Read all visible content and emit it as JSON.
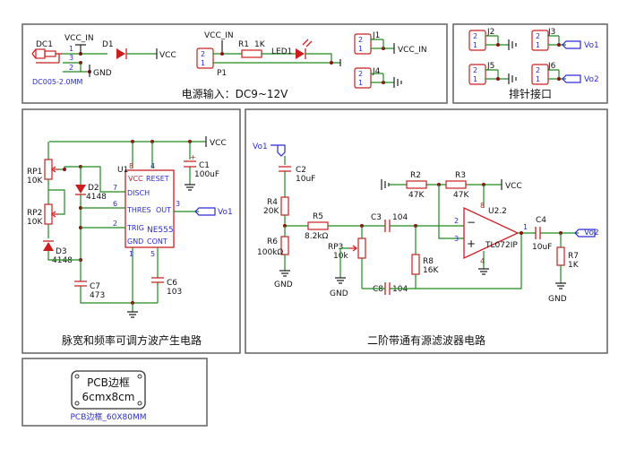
{
  "panels": {
    "power": {
      "title": "电源输入：DC9~12V"
    },
    "header": {
      "title": "排针接口"
    },
    "square_wave": {
      "title": "脉宽和频率可调方波产生电路"
    },
    "filter": {
      "title": "二阶带通有源滤波器电路"
    },
    "pcb": {
      "title": "PCB边框",
      "size": "6cmx8cm",
      "footprint": "PCB边框_60X80MM"
    }
  },
  "power_components": {
    "vcc_in_1": "VCC_IN",
    "vcc_in_2": "VCC_IN",
    "vcc_in_3": "VCC_IN",
    "vcc_1": "VCC",
    "gnd_1": "GND",
    "dc1": {
      "ref": "DC1",
      "value": "DC005-2.0MM",
      "pins": [
        "1",
        "3",
        "2"
      ]
    },
    "d1": "D1",
    "r1": {
      "ref": "R1",
      "value": "1K"
    },
    "led1": "LED1",
    "p1": {
      "ref": "P1",
      "pins": [
        "2",
        "1"
      ]
    },
    "j1": {
      "ref": "J1",
      "pins": [
        "2",
        "1"
      ]
    },
    "j4": {
      "ref": "J4",
      "pins": [
        "2",
        "1"
      ]
    }
  },
  "header_components": {
    "j2": {
      "ref": "J2",
      "pins": [
        "2",
        "1"
      ]
    },
    "j3": {
      "ref": "J3",
      "pins": [
        "2",
        "1"
      ]
    },
    "j5": {
      "ref": "J5",
      "pins": [
        "2",
        "1"
      ]
    },
    "j6": {
      "ref": "J6",
      "pins": [
        "2",
        "1"
      ]
    },
    "vo1": "Vo1",
    "vo2": "Vo2"
  },
  "square_components": {
    "vcc": "VCC",
    "rp1": {
      "ref": "RP1",
      "value": "10K"
    },
    "rp2": {
      "ref": "RP2",
      "value": "10K"
    },
    "d2": {
      "ref": "D2",
      "value": "4148"
    },
    "d3": {
      "ref": "D3",
      "value": "4148"
    },
    "c7": {
      "ref": "C7",
      "value": "473"
    },
    "c6": {
      "ref": "C6",
      "value": "103"
    },
    "c1": {
      "ref": "C1",
      "value": "100uF"
    },
    "u1": {
      "ref": "U1",
      "part": "NE555"
    },
    "u1_pins": {
      "vcc": "VCC",
      "reset": "RESET",
      "disch": "DISCH",
      "thres": "THRES",
      "trig": "TRIG",
      "out": "OUT",
      "gnd": "GND",
      "cont": "CONT"
    },
    "u1_pin_numbers": {
      "p8": "8",
      "p4": "4",
      "p7": "7",
      "p6": "6",
      "p2": "2",
      "p3": "3",
      "p1": "1",
      "p5": "5"
    },
    "vo1": "Vo1",
    "c1_plus": "+"
  },
  "filter_components": {
    "vo1": "Vo1",
    "vo2": "Vo2",
    "vcc": "VCC",
    "gnd1": "GND",
    "gnd2": "GND",
    "gnd3": "GND",
    "c2": {
      "ref": "C2",
      "value": "10uF"
    },
    "r4": {
      "ref": "R4",
      "value": "20K"
    },
    "r6": {
      "ref": "R6",
      "value": "100kΩ"
    },
    "r5": {
      "ref": "R5",
      "value": "8.2kΩ"
    },
    "rp3": {
      "ref": "RP3",
      "value": "10k"
    },
    "c3": {
      "ref": "C3",
      "value": "104"
    },
    "c8": {
      "ref": "C8",
      "value": "104"
    },
    "r2": {
      "ref": "R2",
      "value": "47K"
    },
    "r3": {
      "ref": "R3",
      "value": "47K"
    },
    "r8": {
      "ref": "R8",
      "value": "16K"
    },
    "u2": {
      "ref": "U2.2",
      "part": "TL072IP"
    },
    "u2_pins": {
      "inv": "2",
      "noninv": "3",
      "out": "1",
      "vpos": "8",
      "vneg": "4"
    },
    "u2_signs": {
      "minus": "−",
      "plus": "+"
    },
    "c4": {
      "ref": "C4",
      "value": "10uF"
    },
    "r7": {
      "ref": "R7",
      "value": "1K"
    }
  }
}
